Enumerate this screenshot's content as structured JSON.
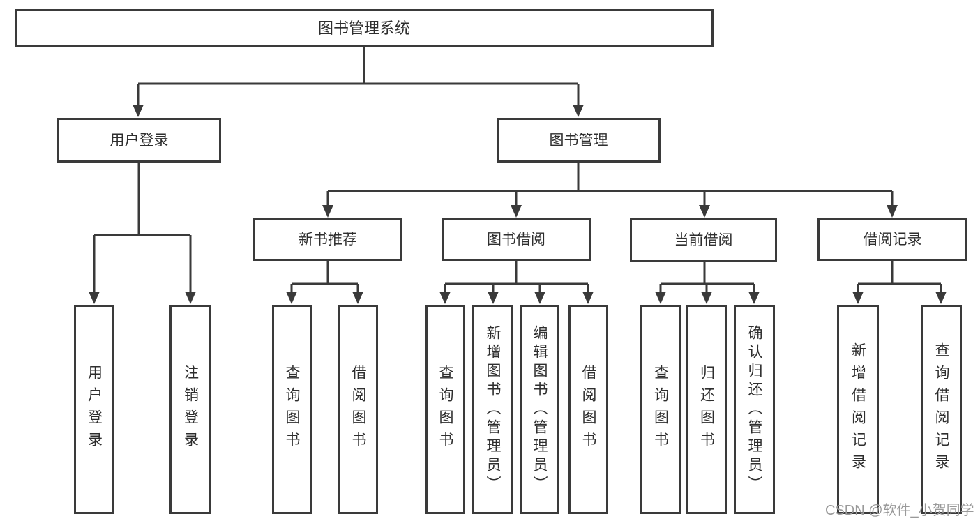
{
  "colors": {
    "line": "#3a3a3a",
    "text": "#2e2e2e",
    "watermark": "#9a9a9a",
    "background": "#ffffff"
  },
  "watermark": "CSDN @软件_小贺同学",
  "tree": {
    "label": "图书管理系统",
    "children": [
      {
        "label": "用户登录",
        "children": [
          {
            "label": "用户登录"
          },
          {
            "label": "注销登录"
          }
        ]
      },
      {
        "label": "图书管理",
        "children": [
          {
            "label": "新书推荐",
            "children": [
              {
                "label": "查询图书"
              },
              {
                "label": "借阅图书"
              }
            ]
          },
          {
            "label": "图书借阅",
            "children": [
              {
                "label": "查询图书"
              },
              {
                "label": "新增图书（管理员）"
              },
              {
                "label": "编辑图书（管理员）"
              },
              {
                "label": "借阅图书"
              }
            ]
          },
          {
            "label": "当前借阅",
            "children": [
              {
                "label": "查询图书"
              },
              {
                "label": "归还图书"
              },
              {
                "label": "确认归还（管理员）"
              }
            ]
          },
          {
            "label": "借阅记录",
            "children": [
              {
                "label": "新增借阅记录"
              },
              {
                "label": "查询借阅记录"
              }
            ]
          }
        ]
      }
    ]
  }
}
